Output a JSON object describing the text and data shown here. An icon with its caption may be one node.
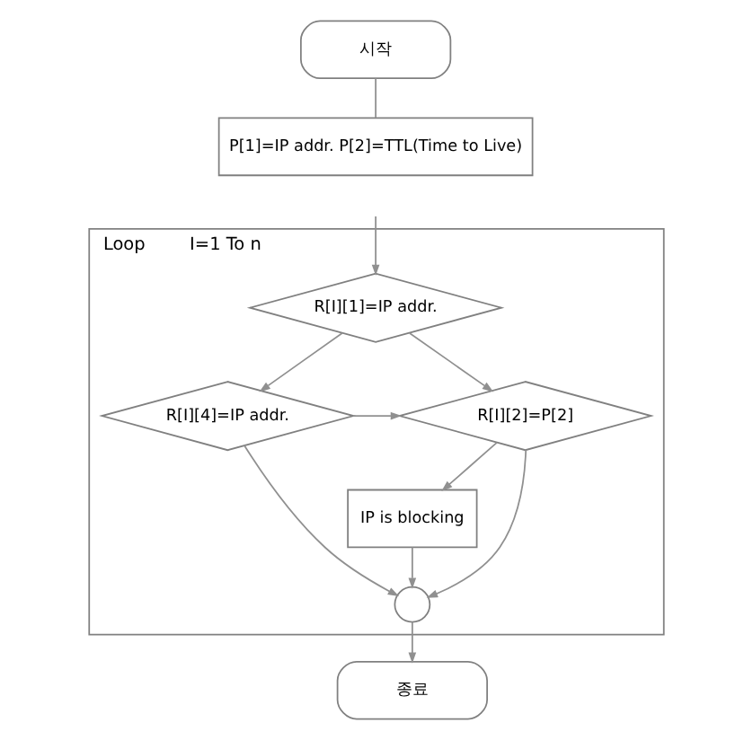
{
  "diagram": {
    "nodes": [
      {
        "text": [
          "시작"
        ]
      },
      {
        "text": [
          "P[1]=IP addr. P[2]=TTL(Time to Live)"
        ]
      },
      {
        "text": [
          "Loop",
          "I=1 To n"
        ]
      },
      {
        "text": [
          "R[I][1]=IP addr."
        ],
        "in": 2
      },
      {
        "text": [
          "R[I][4]=IP addr."
        ],
        "in": 2
      },
      {
        "text": [
          "R[I][2]=P[2]"
        ],
        "in": 2
      },
      {
        "text": [
          "IP is blocking"
        ],
        "in": 2
      },
      {
        "text": [],
        "shape": "circle",
        "in": 2
      },
      {
        "text": [
          "종료"
        ]
      }
    ],
    "edges": [
      {
        "from": 0,
        "to": 1,
        "arrow": "none"
      },
      {
        "from": 2,
        "to": 3,
        "arrow": "to"
      },
      {
        "from": 3,
        "to": 4,
        "arrow": "to"
      },
      {
        "from": 3,
        "to": 5,
        "arrow": "to"
      },
      {
        "from": 4,
        "to": 5,
        "arrow": "to"
      },
      {
        "from": 4,
        "to": 7,
        "arrow": "to"
      },
      {
        "from": 5,
        "to": 6,
        "arrow": "to"
      },
      {
        "from": 5,
        "to": 7,
        "arrow": "to"
      },
      {
        "from": 6,
        "to": 7,
        "arrow": "to"
      },
      {
        "from": 7,
        "to": 8,
        "arrow": "to"
      }
    ]
  }
}
